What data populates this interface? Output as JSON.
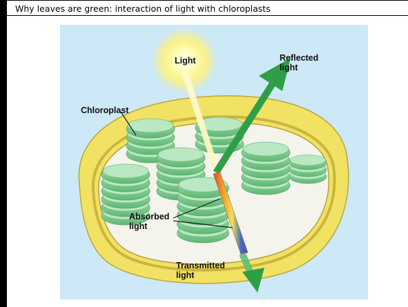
{
  "slide": {
    "title": "Why leaves are green: interaction of light with chloroplasts"
  },
  "figure": {
    "labels": {
      "light": "Light",
      "reflected_line1": "Reflected",
      "reflected_line2": "light",
      "chloroplast": "Chloroplast",
      "absorbed_line1": "Absorbed",
      "absorbed_line2": "light",
      "transmitted_line1": "Transmitted",
      "transmitted_line2": "light"
    },
    "colors": {
      "panel_background": "#cde8f6",
      "envelope_yellow": "#f1e264",
      "stroma": "#f4f3ec",
      "grana_green": "#8fd39d",
      "arrow_green": "#2f9f47",
      "sun_yellow": "#fff48c"
    }
  }
}
